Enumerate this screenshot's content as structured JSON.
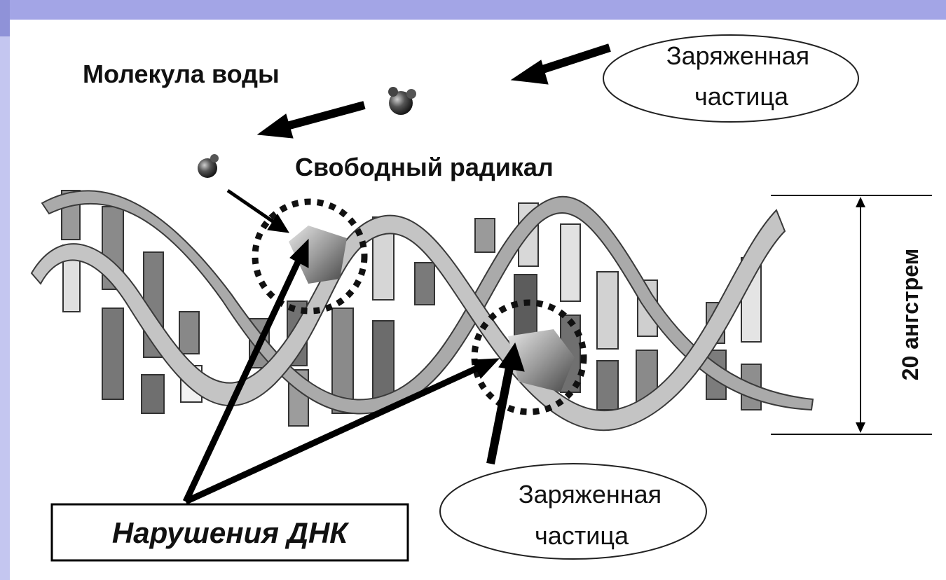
{
  "labels": {
    "water_molecule": "Молекула воды",
    "free_radical": "Свободный радикал",
    "charged_particle_top_line1": "Заряженная",
    "charged_particle_top_line2": "частица",
    "charged_particle_bottom_line1": "Заряженная",
    "charged_particle_bottom_line2": "частица",
    "dna_damage": "Нарушения ДНК",
    "scale": "20 ангстрем"
  },
  "colors": {
    "slide_frame": "#a3a5e6",
    "ribbon_fill": "#b8b8b8",
    "ribbon_stroke": "#3a3a3a",
    "arrow": "#000000"
  }
}
